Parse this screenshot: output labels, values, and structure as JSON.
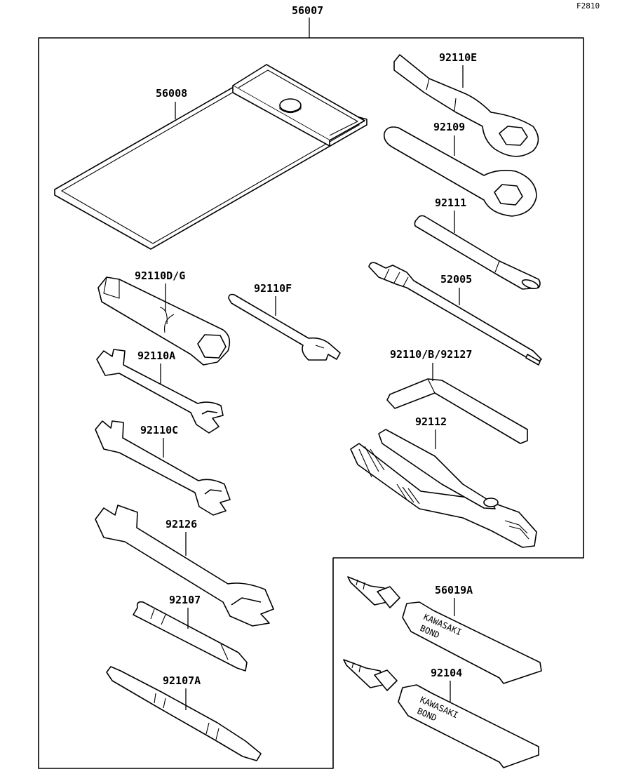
{
  "figure_code": "F2810",
  "assembly_part": "56007",
  "parts": {
    "p56008": "56008",
    "p92110E": "92110E",
    "p92109": "92109",
    "p92111": "92111",
    "p52005": "52005",
    "p92110DG": "92110D/G",
    "p92110F": "92110F",
    "p92110A": "92110A",
    "p92110C": "92110C",
    "p92110B92127": "92110/B/92127",
    "p92112": "92112",
    "p92126": "92126",
    "p92107": "92107",
    "p92107A": "92107A",
    "p56019A": "56019A",
    "p92104": "92104"
  },
  "tube_label": {
    "brand": "KAWASAKI",
    "product": "BOND"
  }
}
